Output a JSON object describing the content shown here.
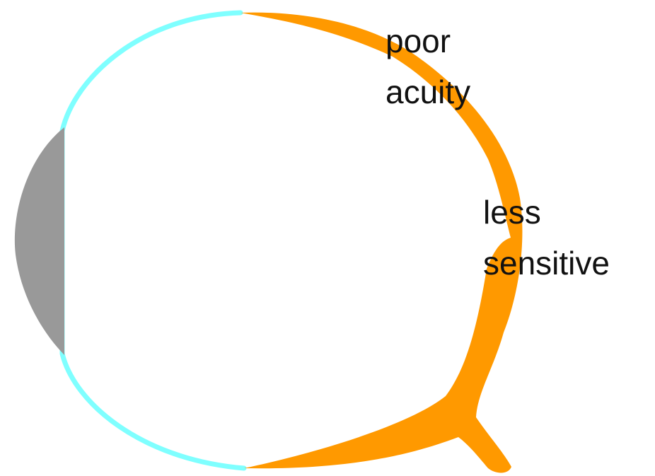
{
  "labels": {
    "poor_acuity": [
      "poor",
      "acuity"
    ],
    "less_sensitive": [
      "less",
      "sensitive"
    ]
  },
  "colors": {
    "background": "#ffffff",
    "outer_layer": "#7fffff",
    "retina": "#ff9900",
    "lens": "#999999",
    "text": "#111111"
  }
}
